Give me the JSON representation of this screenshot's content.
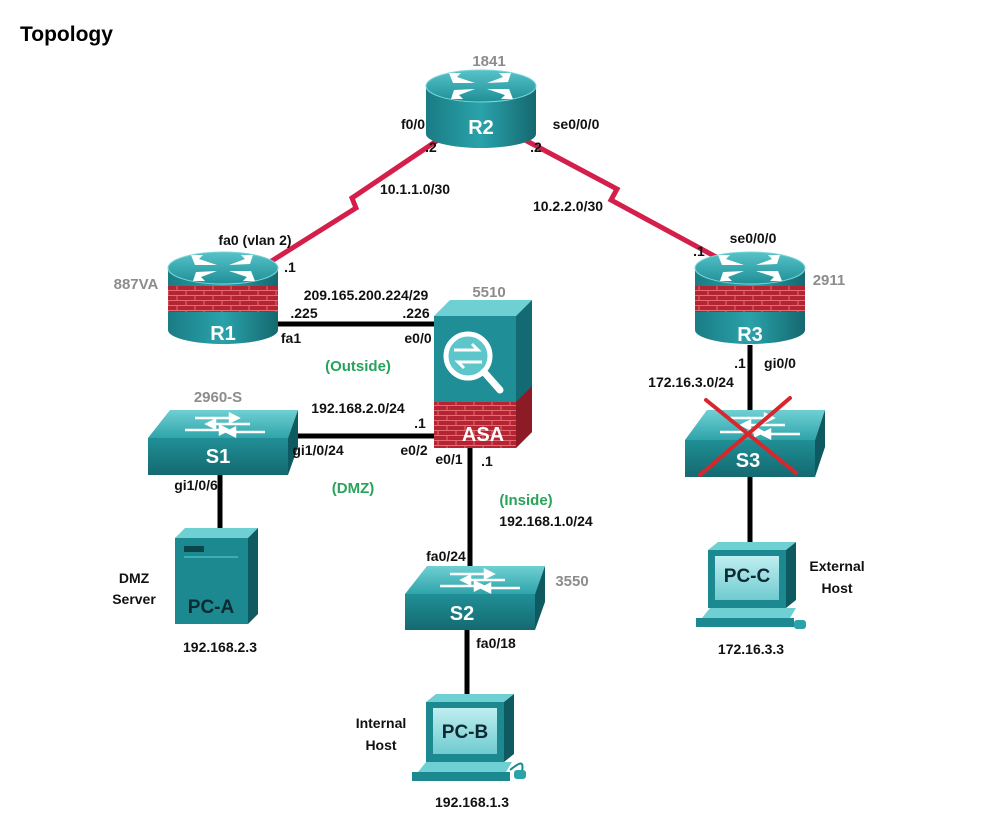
{
  "page": {
    "title": "Topology"
  },
  "colors": {
    "serial_link": "#d41f4a",
    "ethernet_link": "#000000",
    "device_teal": "#1e8c94",
    "device_dark": "#136a73",
    "firewall_red": "#b8232f",
    "zone_label": "#27a35a",
    "model_label": "#8c8c8c",
    "failure_mark": "#d9262c"
  },
  "devices": {
    "r2": {
      "name": "R2",
      "model": "1841",
      "icon": "router-icon"
    },
    "r1": {
      "name": "R1",
      "model": "887VA",
      "icon": "firewall-router-icon"
    },
    "r3": {
      "name": "R3",
      "model": "2911",
      "icon": "firewall-router-icon"
    },
    "asa": {
      "name": "ASA",
      "model": "5510",
      "icon": "asa-firewall-icon"
    },
    "s1": {
      "name": "S1",
      "model": "2960-S",
      "icon": "switch-icon"
    },
    "s2": {
      "name": "S2",
      "model": "3550",
      "icon": "switch-icon"
    },
    "s3": {
      "name": "S3",
      "status": "failed",
      "icon": "switch-icon"
    },
    "pc_a": {
      "name": "PC-A",
      "role": "DMZ Server",
      "role_lines": [
        "DMZ",
        "Server"
      ],
      "ip": "192.168.2.3",
      "icon": "server-icon"
    },
    "pc_b": {
      "name": "PC-B",
      "role": "Internal Host",
      "role_lines": [
        "Internal",
        "Host"
      ],
      "ip": "192.168.1.3",
      "icon": "pc-icon"
    },
    "pc_c": {
      "name": "PC-C",
      "role": "External Host",
      "role_lines": [
        "External",
        "Host"
      ],
      "ip": "172.16.3.3",
      "icon": "pc-icon"
    }
  },
  "links": {
    "r1_r2": {
      "network": "10.1.1.0/30",
      "r2_port": "f0/0",
      "r2_host": ".2",
      "r1_port": "fa0 (vlan 2)",
      "r1_host": ".1"
    },
    "r2_r3": {
      "network": "10.2.2.0/30",
      "r2_port": "se0/0/0",
      "r2_host": ".2",
      "r3_port": "se0/0/0",
      "r3_host": ".1"
    },
    "r1_asa": {
      "network": "209.165.200.224/29",
      "r1_host": ".225",
      "asa_host": ".226",
      "r1_port": "fa1",
      "asa_port": "e0/0"
    },
    "asa_s1": {
      "network": "192.168.2.0/24",
      "asa_host": ".1",
      "s1_port": "gi1/0/24",
      "asa_port": "e0/2"
    },
    "asa_s2": {
      "network": "192.168.1.0/24",
      "asa_port": "e0/1",
      "asa_host": ".1",
      "s2_port": "fa0/24"
    },
    "r3_s3": {
      "network": "172.16.3.0/24",
      "r3_host": ".1",
      "r3_port": "gi0/0"
    },
    "s1_pca": {
      "s1_port": "gi1/0/6"
    },
    "s2_pcb": {
      "s2_port": "fa0/18"
    }
  },
  "zones": {
    "outside": "(Outside)",
    "dmz": "(DMZ)",
    "inside": "(Inside)"
  }
}
